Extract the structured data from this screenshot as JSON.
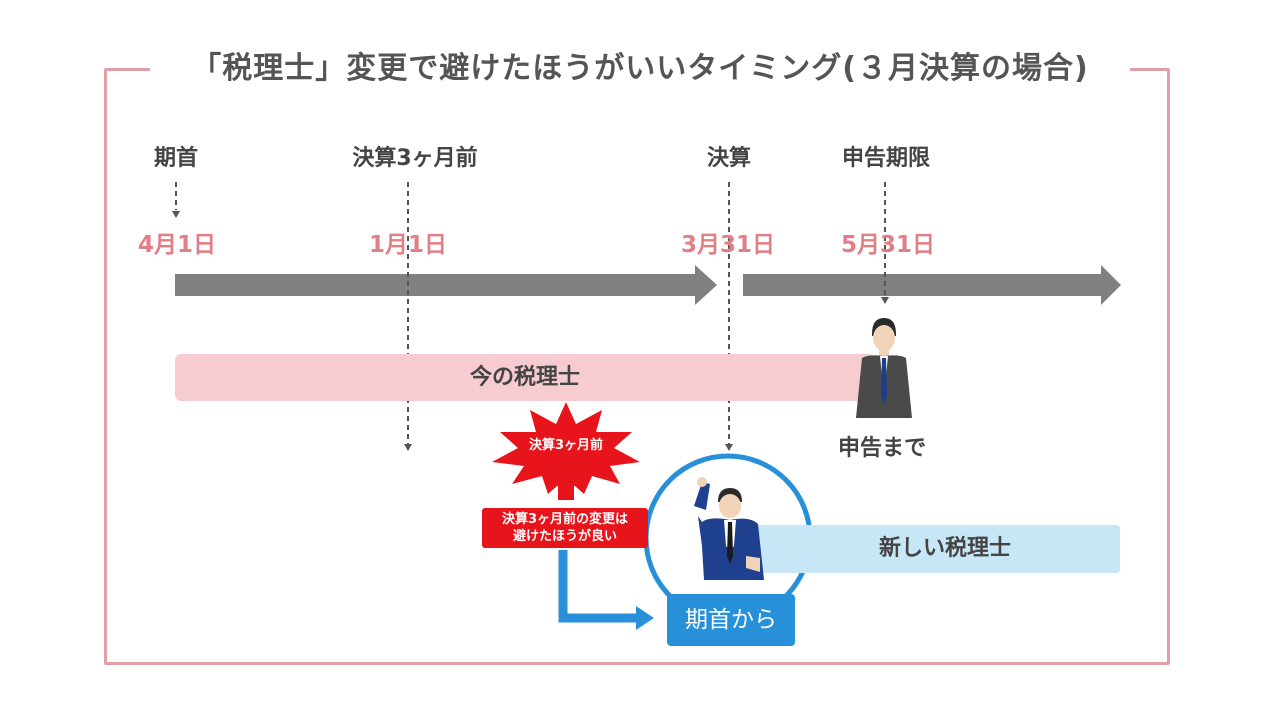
{
  "title": "「税理士」変更で避けたほうがいいタイミング(３月決算の場合)",
  "milestones": [
    {
      "label": "期首",
      "date": "4月1日"
    },
    {
      "label": "決算3ヶ月前",
      "date": "1月1日"
    },
    {
      "label": "決算",
      "date": "3月31日"
    },
    {
      "label": "申告期限",
      "date": "5月31日"
    }
  ],
  "current_accountant": {
    "label": "今の税理士",
    "until_label": "申告まで"
  },
  "new_accountant": {
    "label": "新しい税理士",
    "start_label": "期首から"
  },
  "warning": {
    "burst_label": "決算3ヶ月前",
    "note_line1": "決算3ヶ月前の変更は",
    "note_line2": "避けたほうが良い"
  },
  "colors": {
    "frame": "#e2a0a6",
    "date_text": "#e17f86",
    "timeline_arrow": "#808080",
    "current_bar": "#f7ccd0",
    "new_bar": "#c7e7f7",
    "warning_red": "#e8141c",
    "accent_blue": "#2790d9"
  },
  "icons": [
    "person-in-suit-icon",
    "cheering-person-icon",
    "starburst-icon",
    "up-arrow-icon",
    "bent-arrow-icon"
  ]
}
